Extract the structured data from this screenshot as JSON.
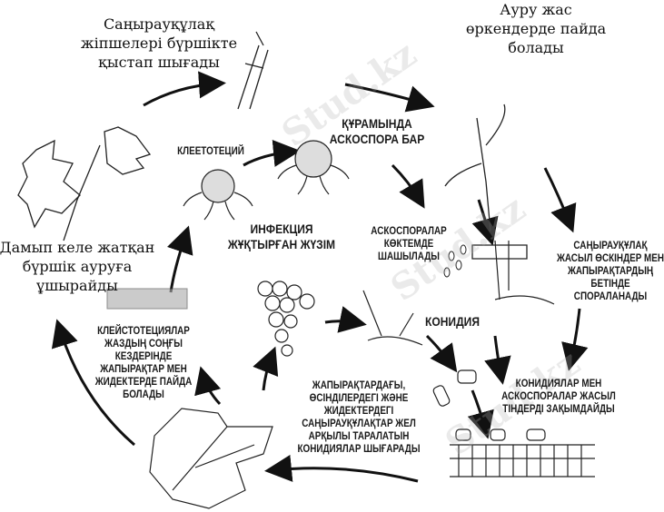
{
  "labels": {
    "overwinter": [
      "Саңырауқұлақ",
      "жіпшелері бүршікте",
      "қыстап шығады"
    ],
    "young_shoots": [
      "Ауру жас",
      "өркендерде пайда",
      "болады"
    ],
    "ascospore_contains": [
      "ҚҰРАМЫНДА",
      "АСКОСПОРА БАР"
    ],
    "cleistothecium": "КЛЕЕТОТЕЦИЙ",
    "infected_grape": [
      "ИНФЕКЦИЯ",
      "ЖҰҚТЫРҒАН ЖҮЗІМ"
    ],
    "ascospores_spring": [
      "АСКОСПОРАЛАР",
      "КӨКТЕМДЕ",
      "ШАШЫЛАДЫ"
    ],
    "bud_infected": [
      "Дамып келе жатқан",
      "бүршік ауруға",
      "ұшырайды"
    ],
    "sporulates": [
      "САҢЫРАУҚҰЛАҚ",
      "ЖАСЫЛ ӨСКІНДЕР МЕН",
      "ЖАПЫРАҚТАРДЫҢ",
      "БЕТІНДЕ",
      "СПОРАЛАНАДЫ"
    ],
    "conidia": "КОНИДИЯ",
    "cleistothecia_form": [
      "КЛЕЙСТОТЕЦИЯЛАР",
      "ЖАЗДЫҢ СОҢҒЫ",
      "КЕЗДЕРІНДЕ",
      "ЖАПЫРАҚТАР МЕН",
      "ЖИДЕКТЕРДЕ ПАЙДА",
      "БОЛАДЫ"
    ],
    "damage_tissue": [
      "КОНИДИЯЛАР МЕН",
      "АСКОСПОРАЛАР ЖАСЫЛ",
      "ТІНДЕРДІ ЗАҚЫМДАЙДЫ"
    ],
    "wind_conidia": [
      "ЖАПЫРАҚТАРДАҒЫ,",
      "ӨСІНДІЛЕРДЕГІ ЖӘНЕ",
      "ЖИДЕКТЕРДЕГІ",
      "САҢЫРАУҚҰЛАҚТАР ЖЕЛ",
      "АРҚЫЛЫ ТАРАЛАТЫН",
      "КОНИДИЯЛАР ШЫҒАРАДЫ"
    ]
  },
  "watermark": "Stud.kz",
  "colors": {
    "ink": "#1a1a1a",
    "watermark": "#b4b4b4"
  }
}
